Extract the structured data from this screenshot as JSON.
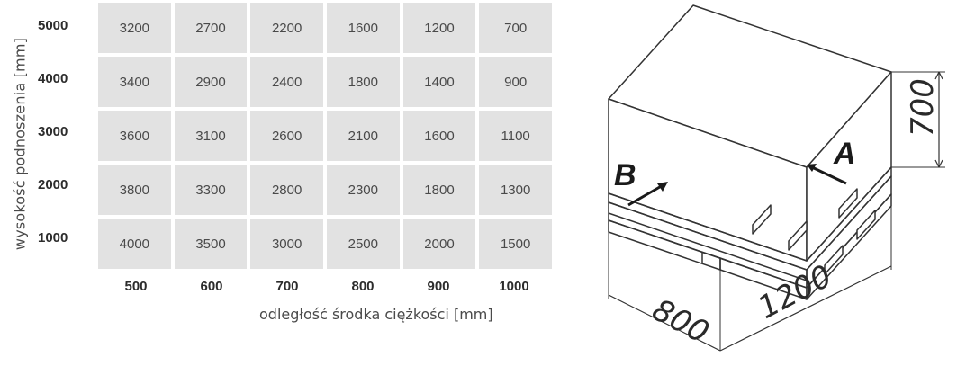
{
  "axis": {
    "y_label": "wysokość podnoszenia [mm]",
    "x_label": "odległość środka ciężkości [mm]"
  },
  "rows": [
    {
      "label": "5000",
      "values": [
        "3200",
        "2700",
        "2200",
        "1600",
        "1200",
        "700"
      ]
    },
    {
      "label": "4000",
      "values": [
        "3400",
        "2900",
        "2400",
        "1800",
        "1400",
        "900"
      ]
    },
    {
      "label": "3000",
      "values": [
        "3600",
        "3100",
        "2600",
        "2100",
        "1600",
        "1100"
      ]
    },
    {
      "label": "2000",
      "values": [
        "3800",
        "3300",
        "2800",
        "2300",
        "1800",
        "1300"
      ]
    },
    {
      "label": "1000",
      "values": [
        "4000",
        "3500",
        "3000",
        "2500",
        "2000",
        "1500"
      ]
    }
  ],
  "columns": [
    "500",
    "600",
    "700",
    "800",
    "900",
    "1000"
  ],
  "diagram": {
    "width_label": "800",
    "length_label": "1200",
    "height_label": "700",
    "side_a": "A",
    "side_b": "B"
  },
  "colors": {
    "cell_bg": "#e2e2e2",
    "line": "#333333"
  }
}
